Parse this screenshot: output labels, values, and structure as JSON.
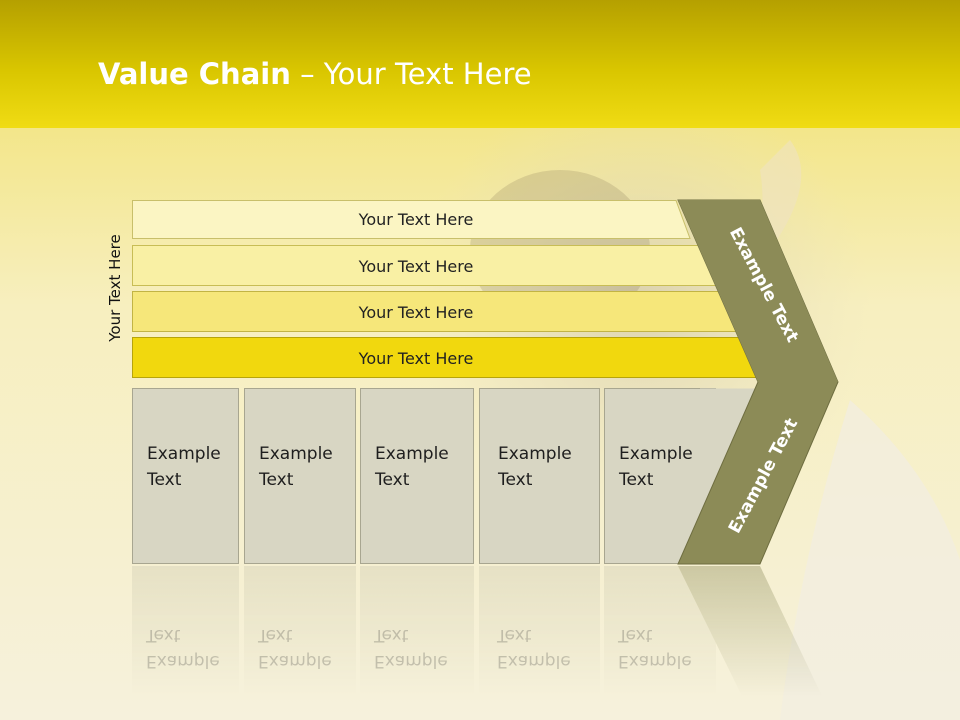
{
  "title": {
    "bold": "Value Chain",
    "rest": " – Your Text Here"
  },
  "side_label": "Your Text Here",
  "bars": [
    {
      "label": "Your Text Here",
      "color": "#fbf5c3"
    },
    {
      "label": "Your Text Here",
      "color": "#f9f0a4"
    },
    {
      "label": "Your Text Here",
      "color": "#f6e77a"
    },
    {
      "label": "Your Text Here",
      "color": "#f1d80e"
    }
  ],
  "boxes": [
    {
      "line1": "Example",
      "line2": "Text"
    },
    {
      "line1": "Example",
      "line2": "Text"
    },
    {
      "line1": "Example",
      "line2": "Text"
    },
    {
      "line1": "Example",
      "line2": "Text"
    },
    {
      "line1": "Example",
      "line2": "Text"
    }
  ],
  "chevron": {
    "upper_text": "Example Text",
    "lower_text": "Example Text",
    "color": "#8c8b57"
  },
  "colors": {
    "header": "#e9d400",
    "accent": "#f1d80e"
  }
}
